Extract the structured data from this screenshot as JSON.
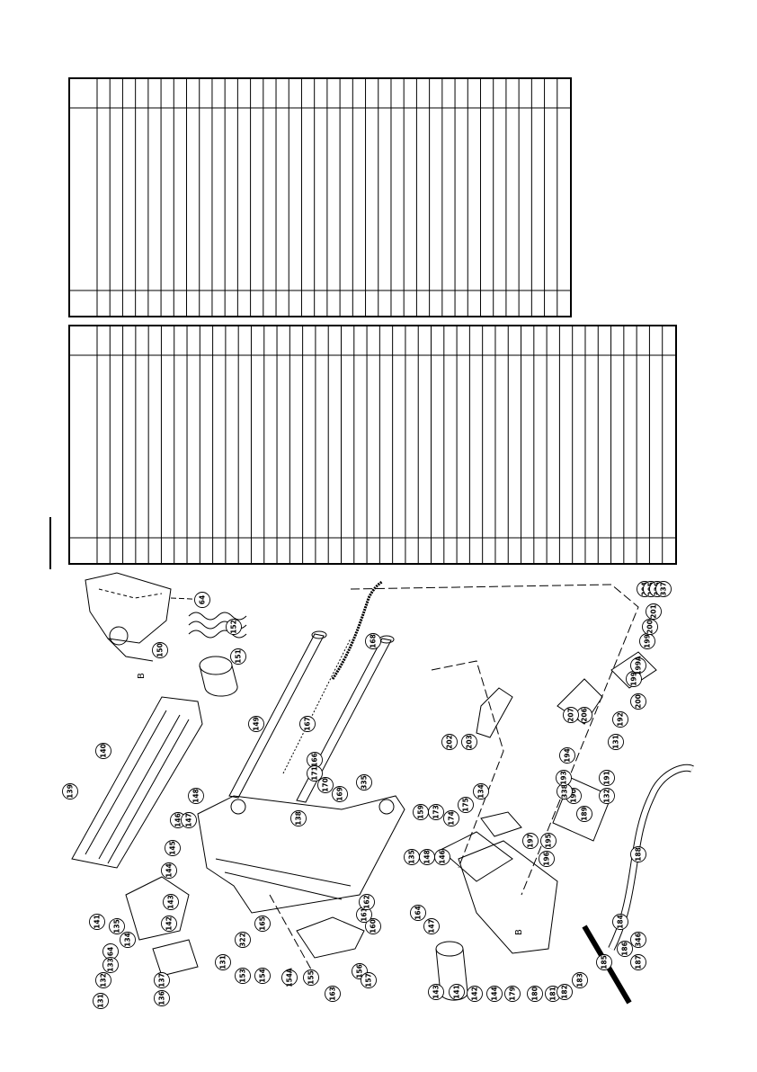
{
  "tables": [
    {
      "id": "parts-table-1",
      "columns": 37
    },
    {
      "id": "parts-table-2",
      "columns": 45
    }
  ],
  "drawing": {
    "reference_letters": [
      "B",
      "B"
    ],
    "callouts": [
      "64",
      "152",
      "150",
      "151",
      "140",
      "139",
      "149",
      "167",
      "168",
      "166",
      "171",
      "170",
      "169",
      "335",
      "148",
      "146",
      "147",
      "145",
      "144",
      "143",
      "142",
      "141",
      "135",
      "134",
      "64",
      "133",
      "132",
      "131",
      "136",
      "137",
      "138",
      "165",
      "322",
      "131",
      "153",
      "154",
      "154A",
      "155",
      "156",
      "157",
      "160",
      "161",
      "162",
      "163",
      "164",
      "159",
      "173",
      "174",
      "175",
      "134",
      "135",
      "148",
      "146",
      "147",
      "143",
      "141",
      "142",
      "144",
      "179",
      "180",
      "181",
      "182",
      "183",
      "185",
      "184",
      "186",
      "346",
      "187",
      "188",
      "189",
      "190",
      "338",
      "193",
      "194",
      "195",
      "196",
      "197",
      "191",
      "132",
      "131",
      "192",
      "206",
      "207",
      "200",
      "199",
      "199A",
      "199",
      "200",
      "201",
      "202",
      "203",
      "204",
      "205",
      "336",
      "337"
    ]
  }
}
